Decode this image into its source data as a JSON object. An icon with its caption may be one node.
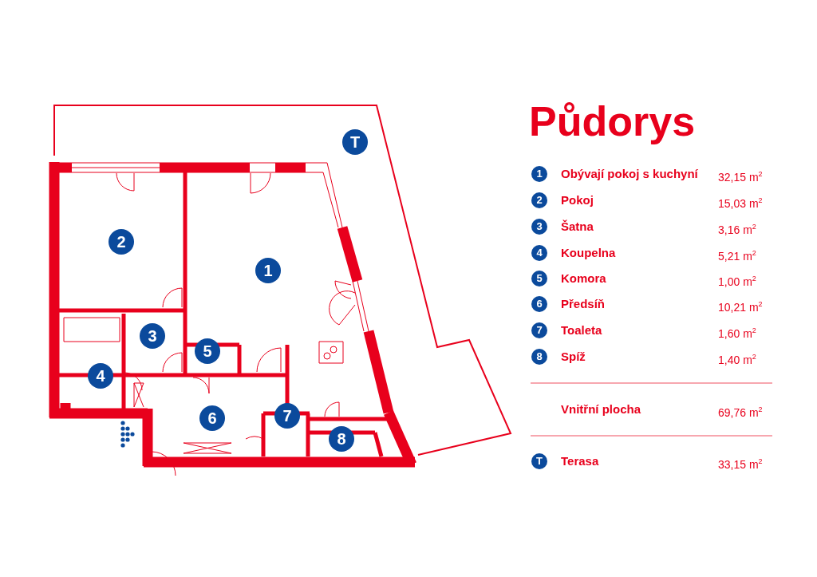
{
  "diagram": {
    "title": "Půdorys",
    "labels": [
      "T",
      "2",
      "1",
      "3",
      "5",
      "4",
      "6",
      "7",
      "8",
      "1",
      "Obývají pokoj s kuchyní",
      "32,15 m$^{2}$",
      "2",
      "Pokoj",
      "15,03 m$^{2}$",
      "3",
      "Šatna",
      "3,16 m$^{2}$",
      "4",
      "Koupelna",
      "5,21 m$^{2}$",
      "5",
      "Komora",
      "1,00 m$^{2}$",
      "6",
      "Předsíň",
      "10,21 m$^{2}$",
      "7",
      "Toaleta",
      "1,60 m$^{2}$",
      "8",
      "Spíž",
      "1,40 m$^{2}$",
      "Vnitřní plocha",
      "69,76 m$^{2}$",
      "T",
      "Terasa",
      "33,15 m$^{2}$"
    ]
  }
}
